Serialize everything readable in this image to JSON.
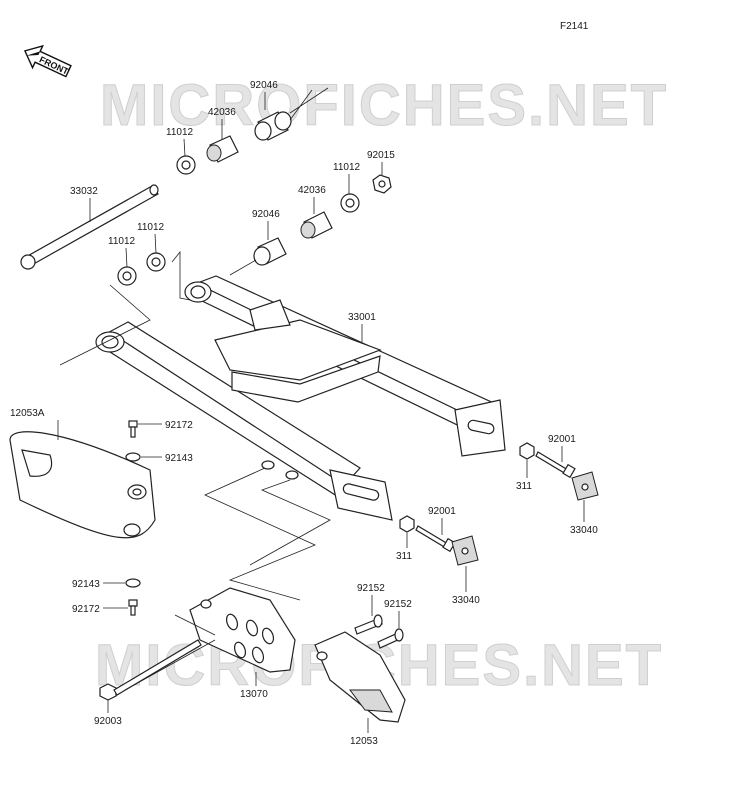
{
  "figure_id": "F2141",
  "front_label": "FRONT",
  "watermark": "MICROFICHES.NET",
  "parts": {
    "p92046a": "92046",
    "p42036a": "42036",
    "p11012a": "11012",
    "p92015": "92015",
    "p11012b": "11012",
    "p42036b": "42036",
    "p33032": "33032",
    "p92046b": "92046",
    "p11012c": "11012",
    "p11012d": "11012",
    "p33001": "33001",
    "p12053A": "12053A",
    "p92172a": "92172",
    "p92143a": "92143",
    "p92001a": "92001",
    "p311a": "311",
    "p33040a": "33040",
    "p92001b": "92001",
    "p311b": "311",
    "p33040b": "33040",
    "p92143b": "92143",
    "p92172b": "92172",
    "p92152a": "92152",
    "p92152b": "92152",
    "p13070": "13070",
    "p92003": "92003",
    "p12053": "12053"
  }
}
